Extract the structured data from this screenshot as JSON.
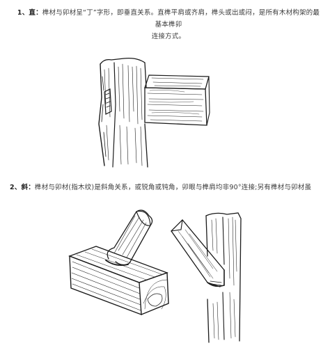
{
  "section1": {
    "number": "1、",
    "key": "直",
    "colon": "：",
    "text_line1": "榫材与卯材呈“丁”字形，即垂直关系。直榫平肩或齐肩，榫头或出或闷，是所有木材构架的最基本榫卯",
    "text_line2": "连接方式。"
  },
  "section2": {
    "number": "2、",
    "key": "斜",
    "colon": "：",
    "text": "榫材与卯材(指木纹)是斜角关系，或锐角或钝角，卯眼与榫肩均非90°连接;另有榫材与卯材虽"
  },
  "figures": {
    "figure1": {
      "icon": "straight-joint-sketch"
    },
    "figure2": {
      "icon": "diagonal-joint-sketch"
    }
  },
  "colors": {
    "text": "#3a3a3a",
    "line": "#1a1a1a",
    "background": "#ffffff"
  }
}
